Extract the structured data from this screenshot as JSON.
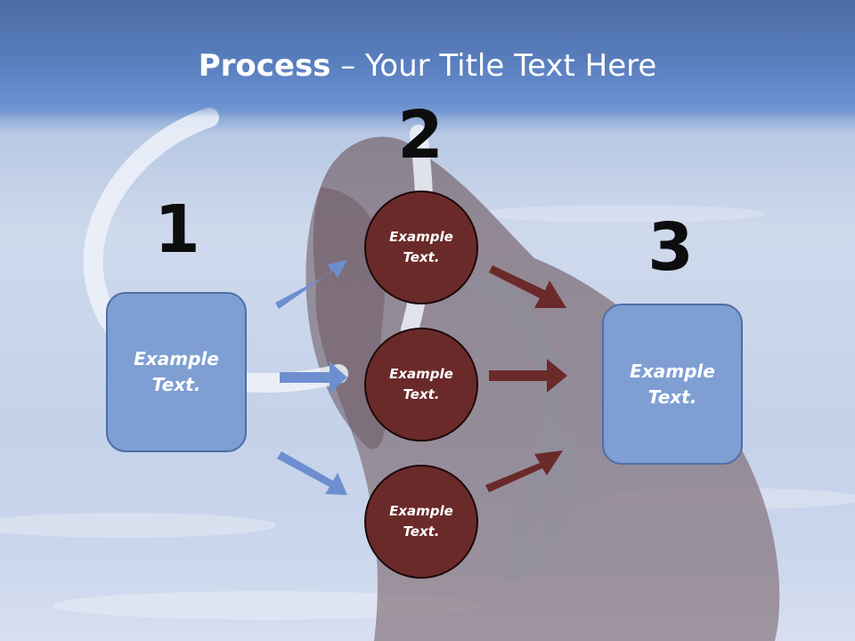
{
  "slide": {
    "title_bold": "Process",
    "title_rest": " – Your Title Text Here",
    "steps": [
      {
        "number": "1",
        "label": "Example Text."
      },
      {
        "number": "2",
        "label": "Example Text."
      },
      {
        "number": "3",
        "label": "Example Text."
      }
    ],
    "circles": [
      {
        "label": "Example Text."
      },
      {
        "label": "Example Text."
      },
      {
        "label": "Example Text."
      }
    ]
  },
  "colors": {
    "title_band": "#5a7fbf",
    "box_fill": "#7f9fd3",
    "box_border": "#4f6ea6",
    "circle_fill": "#6b2a2a",
    "arrow_blue": "#6d8fd0",
    "arrow_brown": "#6b2a2a"
  },
  "background": {
    "image_subject": "woolly-mammoth"
  }
}
